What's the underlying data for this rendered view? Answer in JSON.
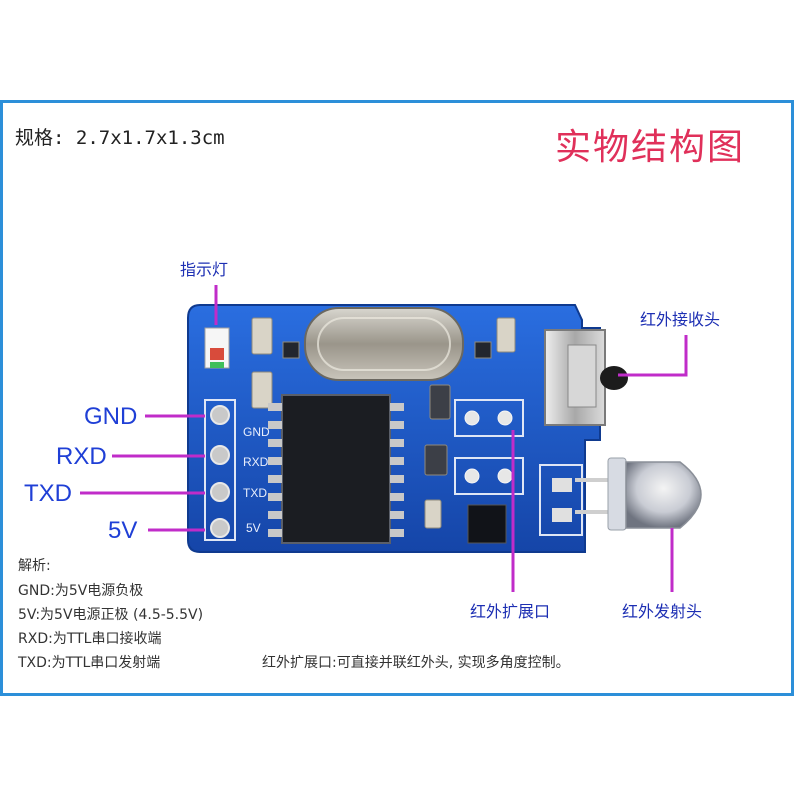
{
  "spec": "规格: 2.7x1.7x1.3cm",
  "title": "实物结构图",
  "labels": {
    "indicator": "指示灯",
    "ir_receiver": "红外接收头",
    "ir_expansion": "红外扩展口",
    "ir_emitter": "红外发射头"
  },
  "pins": [
    "GND",
    "RXD",
    "TXD",
    "5V"
  ],
  "silk_pins": [
    "GND",
    "RXD",
    "TXD",
    "5V"
  ],
  "notes": {
    "heading": "解析:",
    "lines": [
      "GND:为5V电源负极",
      "5V:为5V电源正极 (4.5-5.5V)",
      "RXD:为TTL串口接收端",
      "TXD:为TTL串口发射端"
    ],
    "expansion": "红外扩展口:可直接并联红外头, 实现多角度控制。"
  },
  "colors": {
    "frame": "#2c8fd9",
    "title": "#e0305a",
    "pcb": "#1a55c8",
    "callout_line": "#c02cc9",
    "label": "#1d2fb3"
  }
}
